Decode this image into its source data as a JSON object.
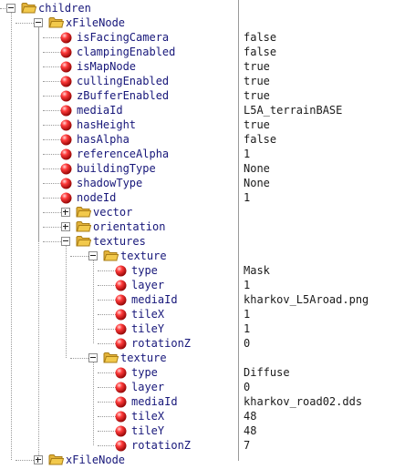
{
  "colors": {
    "node_text": "#17177a",
    "value_text": "#1a1a1a",
    "folder": "#f2c94c",
    "prop_ball": "#e51010"
  },
  "tree": {
    "rows": [
      {
        "level": 0,
        "type": "folder",
        "expander": "minus",
        "label": "children",
        "value": ""
      },
      {
        "level": 1,
        "type": "folder",
        "expander": "minus",
        "label": "xFileNode",
        "value": ""
      },
      {
        "level": 2,
        "type": "prop",
        "label": "isFacingCamera",
        "value": "false"
      },
      {
        "level": 2,
        "type": "prop",
        "label": "clampingEnabled",
        "value": "false"
      },
      {
        "level": 2,
        "type": "prop",
        "label": "isMapNode",
        "value": "true"
      },
      {
        "level": 2,
        "type": "prop",
        "label": "cullingEnabled",
        "value": "true"
      },
      {
        "level": 2,
        "type": "prop",
        "label": "zBufferEnabled",
        "value": "true"
      },
      {
        "level": 2,
        "type": "prop",
        "label": "mediaId",
        "value": "L5A_terrainBASE"
      },
      {
        "level": 2,
        "type": "prop",
        "label": "hasHeight",
        "value": "true"
      },
      {
        "level": 2,
        "type": "prop",
        "label": "hasAlpha",
        "value": "false"
      },
      {
        "level": 2,
        "type": "prop",
        "label": "referenceAlpha",
        "value": "1"
      },
      {
        "level": 2,
        "type": "prop",
        "label": "buildingType",
        "value": "None"
      },
      {
        "level": 2,
        "type": "prop",
        "label": "shadowType",
        "value": "None"
      },
      {
        "level": 2,
        "type": "prop",
        "label": "nodeId",
        "value": "1"
      },
      {
        "level": 2,
        "type": "folder",
        "expander": "plus",
        "label": "vector",
        "value": ""
      },
      {
        "level": 2,
        "type": "folder",
        "expander": "plus",
        "label": "orientation",
        "value": ""
      },
      {
        "level": 2,
        "type": "folder",
        "expander": "minus",
        "label": "textures",
        "value": ""
      },
      {
        "level": 3,
        "type": "folder",
        "expander": "minus",
        "label": "texture",
        "value": ""
      },
      {
        "level": 4,
        "type": "prop",
        "label": "type",
        "value": "Mask"
      },
      {
        "level": 4,
        "type": "prop",
        "label": "layer",
        "value": "1"
      },
      {
        "level": 4,
        "type": "prop",
        "label": "mediaId",
        "value": "kharkov_L5Aroad.png"
      },
      {
        "level": 4,
        "type": "prop",
        "label": "tileX",
        "value": "1"
      },
      {
        "level": 4,
        "type": "prop",
        "label": "tileY",
        "value": "1"
      },
      {
        "level": 4,
        "type": "prop",
        "label": "rotationZ",
        "value": "0"
      },
      {
        "level": 3,
        "type": "folder",
        "expander": "minus",
        "label": "texture",
        "value": ""
      },
      {
        "level": 4,
        "type": "prop",
        "label": "type",
        "value": "Diffuse"
      },
      {
        "level": 4,
        "type": "prop",
        "label": "layer",
        "value": "0"
      },
      {
        "level": 4,
        "type": "prop",
        "label": "mediaId",
        "value": "kharkov_road02.dds"
      },
      {
        "level": 4,
        "type": "prop",
        "label": "tileX",
        "value": "48"
      },
      {
        "level": 4,
        "type": "prop",
        "label": "tileY",
        "value": "48"
      },
      {
        "level": 4,
        "type": "prop",
        "label": "rotationZ",
        "value": "7"
      },
      {
        "level": 1,
        "type": "folder",
        "expander": "plus",
        "label": "xFileNode",
        "value": ""
      }
    ]
  }
}
